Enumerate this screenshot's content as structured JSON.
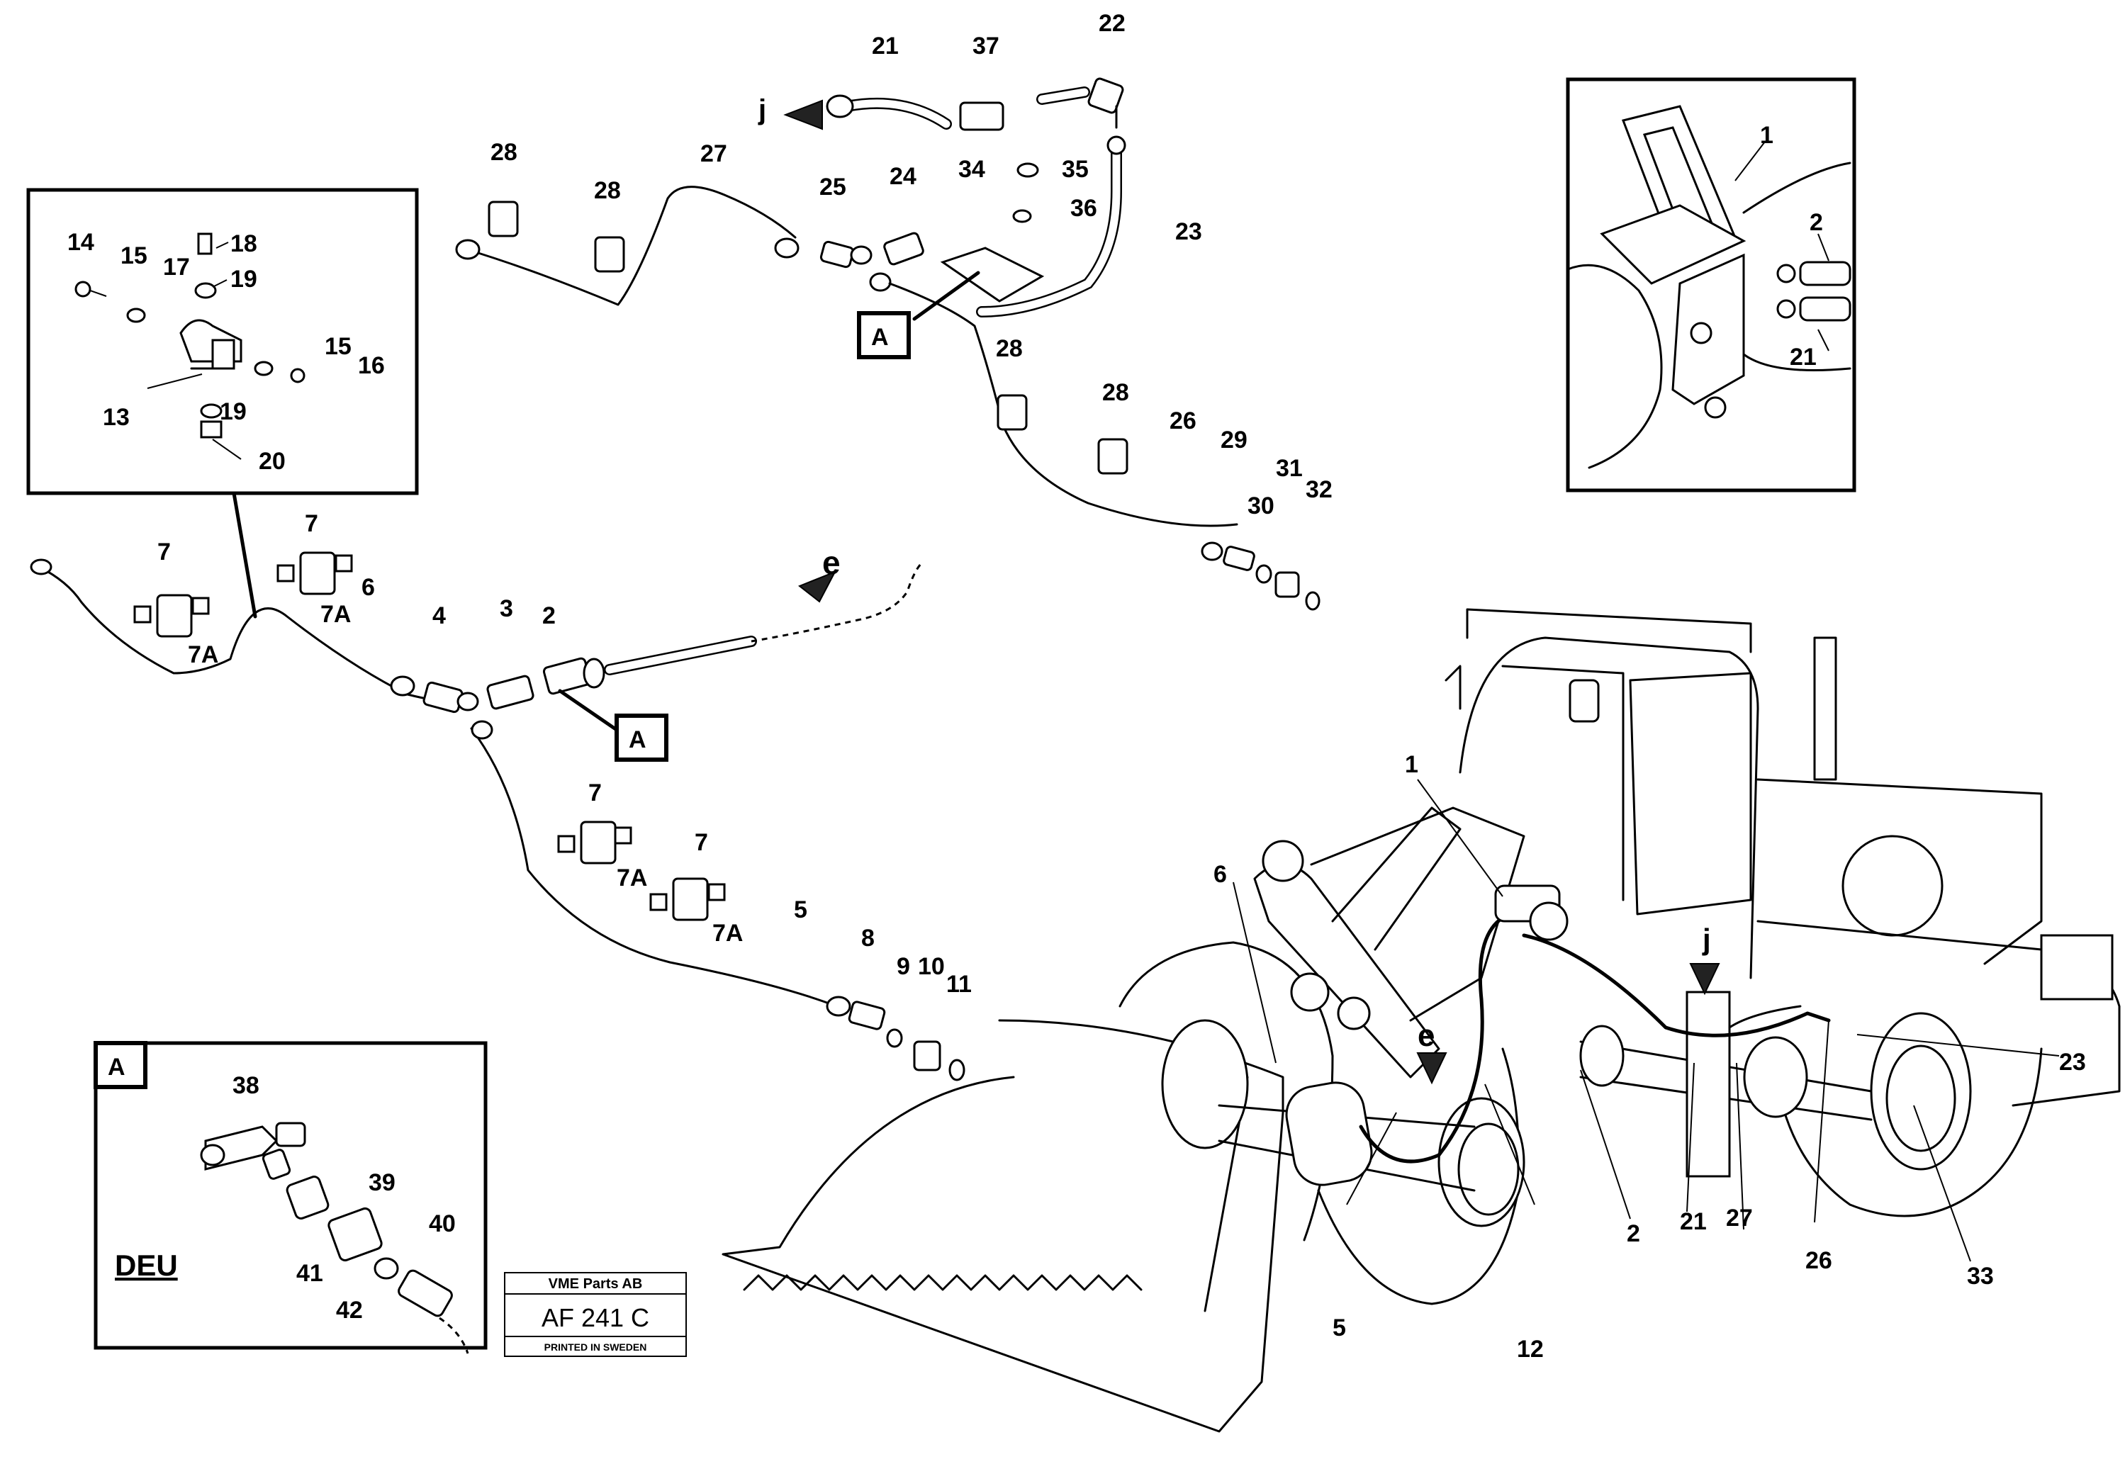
{
  "callouts": {
    "c1": "1",
    "c2": "2",
    "c3": "3",
    "c4": "4",
    "c5": "5",
    "c6": "6",
    "c7": "7",
    "c7a": "7A",
    "c8": "8",
    "c9": "9",
    "c10": "10",
    "c11": "11",
    "c12": "12",
    "c13": "13",
    "c14": "14",
    "c15": "15",
    "c16": "16",
    "c17": "17",
    "c18": "18",
    "c19": "19",
    "c20": "20",
    "c21": "21",
    "c22": "22",
    "c23": "23",
    "c24": "24",
    "c25": "25",
    "c26": "26",
    "c27": "27",
    "c28": "28",
    "c29": "29",
    "c30": "30",
    "c31": "31",
    "c32": "32",
    "c33": "33",
    "c34": "34",
    "c35": "35",
    "c36": "36",
    "c37": "37",
    "c38": "38",
    "c39": "39",
    "c40": "40",
    "c41": "41",
    "c42": "42"
  },
  "refs": {
    "view_a": "A",
    "arrow_j": "j",
    "arrow_e": "e",
    "deu": "DEU"
  },
  "title_block": {
    "company": "VME Parts AB",
    "code": "AF 241 C",
    "printed": "PRINTED IN SWEDEN"
  }
}
